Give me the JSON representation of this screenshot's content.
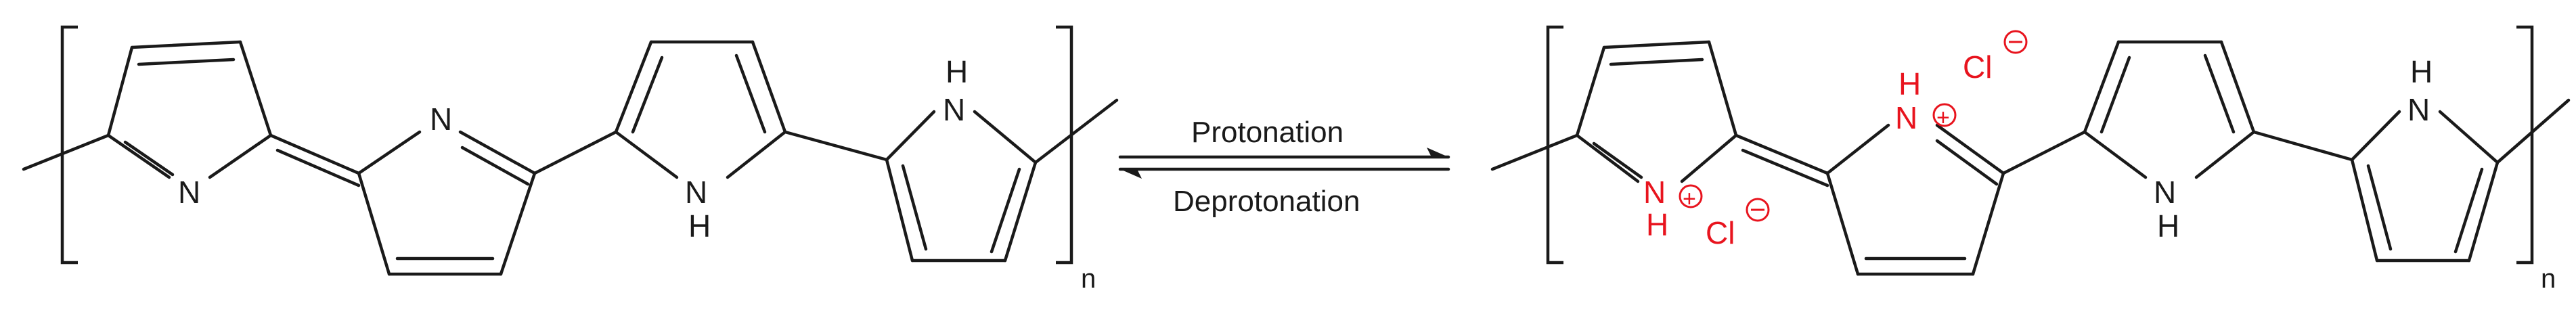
{
  "atoms": {
    "nitrogen": "N",
    "nh_top": "H",
    "nh_n": "N",
    "nh_h": "H",
    "plus": "+",
    "minus": "−",
    "chloride": "Cl"
  },
  "subscript": "n",
  "reaction": {
    "forward_label": "Protonation",
    "reverse_label": "Deprotonation"
  },
  "colors": {
    "bond": "#1a1a1a",
    "ionic": "#e8141e"
  }
}
